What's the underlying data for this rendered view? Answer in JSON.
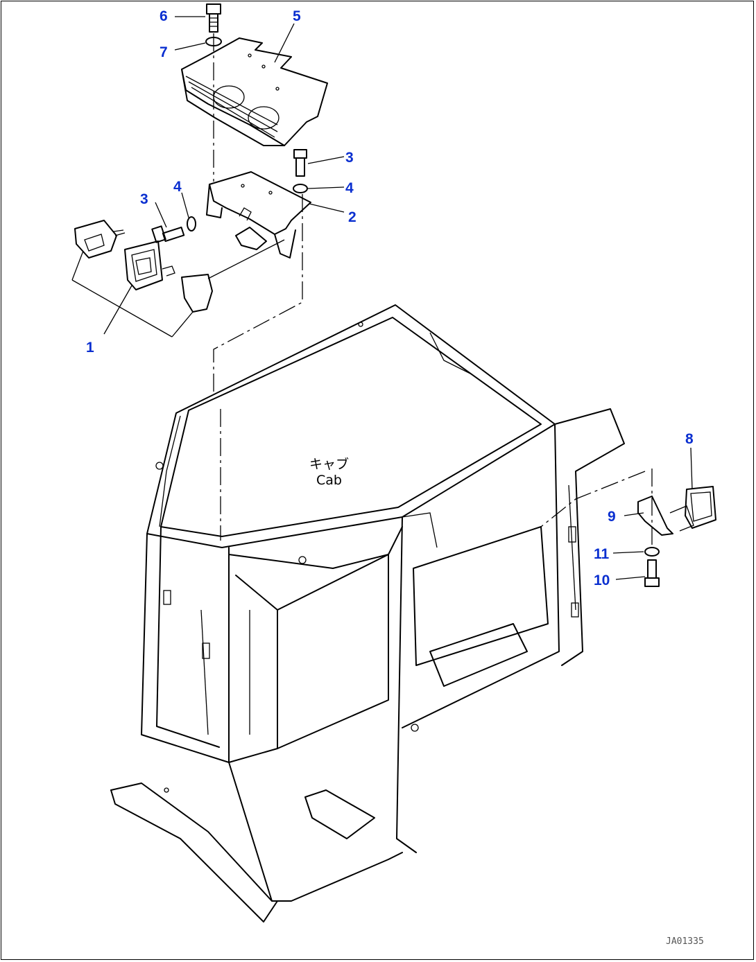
{
  "callout_color": "#0a2fd0",
  "line_color": "#000000",
  "callouts": [
    "6",
    "5",
    "7",
    "3",
    "4",
    "3",
    "4",
    "2",
    "1",
    "8",
    "9",
    "11",
    "10"
  ],
  "cab_label_jp": "キャブ",
  "cab_label_en": "Cab",
  "drawing_id": "JA01335"
}
